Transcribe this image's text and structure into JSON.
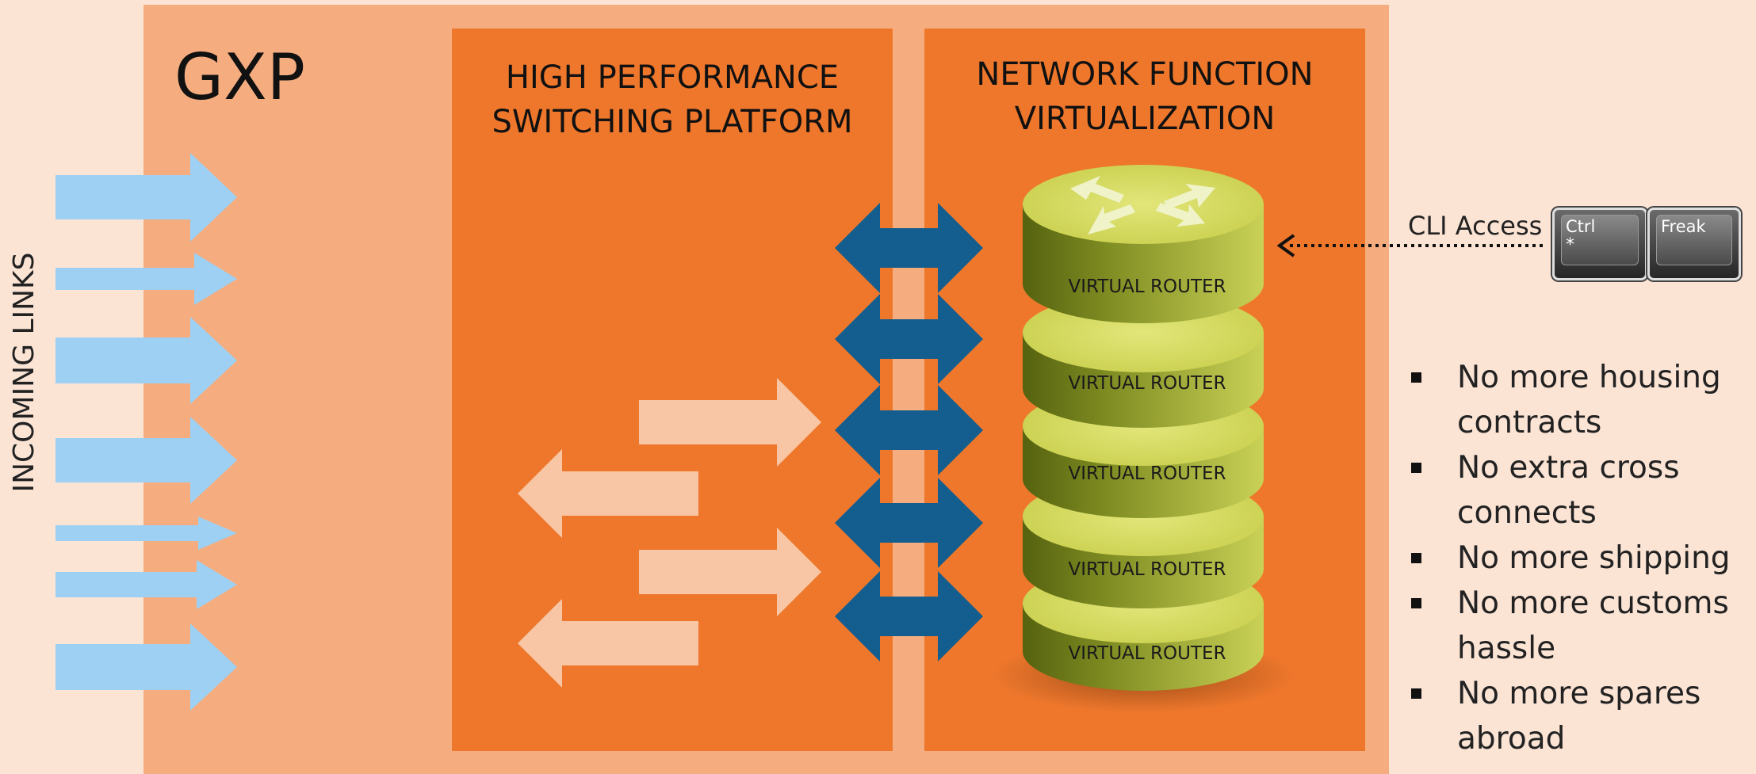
{
  "diagram": {
    "title": "GXP",
    "side_label": "INCOMING LINKS",
    "panels": [
      {
        "title_lines": [
          "HIGH PERFORMANCE",
          "SWITCHING PLATFORM"
        ]
      },
      {
        "title_lines": [
          "NETWORK FUNCTION",
          "VIRTUALIZATION"
        ]
      }
    ],
    "routers": [
      {
        "label": "VIRTUAL ROUTER"
      },
      {
        "label": "VIRTUAL ROUTER"
      },
      {
        "label": "VIRTUAL ROUTER"
      },
      {
        "label": "VIRTUAL ROUTER"
      },
      {
        "label": "VIRTUAL ROUTER"
      }
    ],
    "cli": {
      "label": "CLI Access",
      "keys": [
        {
          "top": "Ctrl",
          "sub": "*"
        },
        {
          "top": "Freak",
          "sub": ""
        }
      ]
    },
    "benefits": [
      {
        "lines": [
          "No more housing",
          "contracts"
        ]
      },
      {
        "lines": [
          "No extra cross",
          "connects"
        ]
      },
      {
        "lines": [
          "No more shipping"
        ]
      },
      {
        "lines": [
          "No more customs",
          "hassle"
        ]
      },
      {
        "lines": [
          "No more spares",
          "abroad"
        ]
      }
    ],
    "colors": {
      "background": "#fce4d5",
      "gxp_box": "#f5ad7f",
      "panel": "#ee772c",
      "incoming_arrow": "#9dd0f3",
      "internal_arrow": "#f8c6a4",
      "connector": "#135e8e",
      "router_top": "#d6dc5c",
      "router_side_dark": "#5e6b15",
      "router_side_light": "#c3cc4f"
    }
  }
}
